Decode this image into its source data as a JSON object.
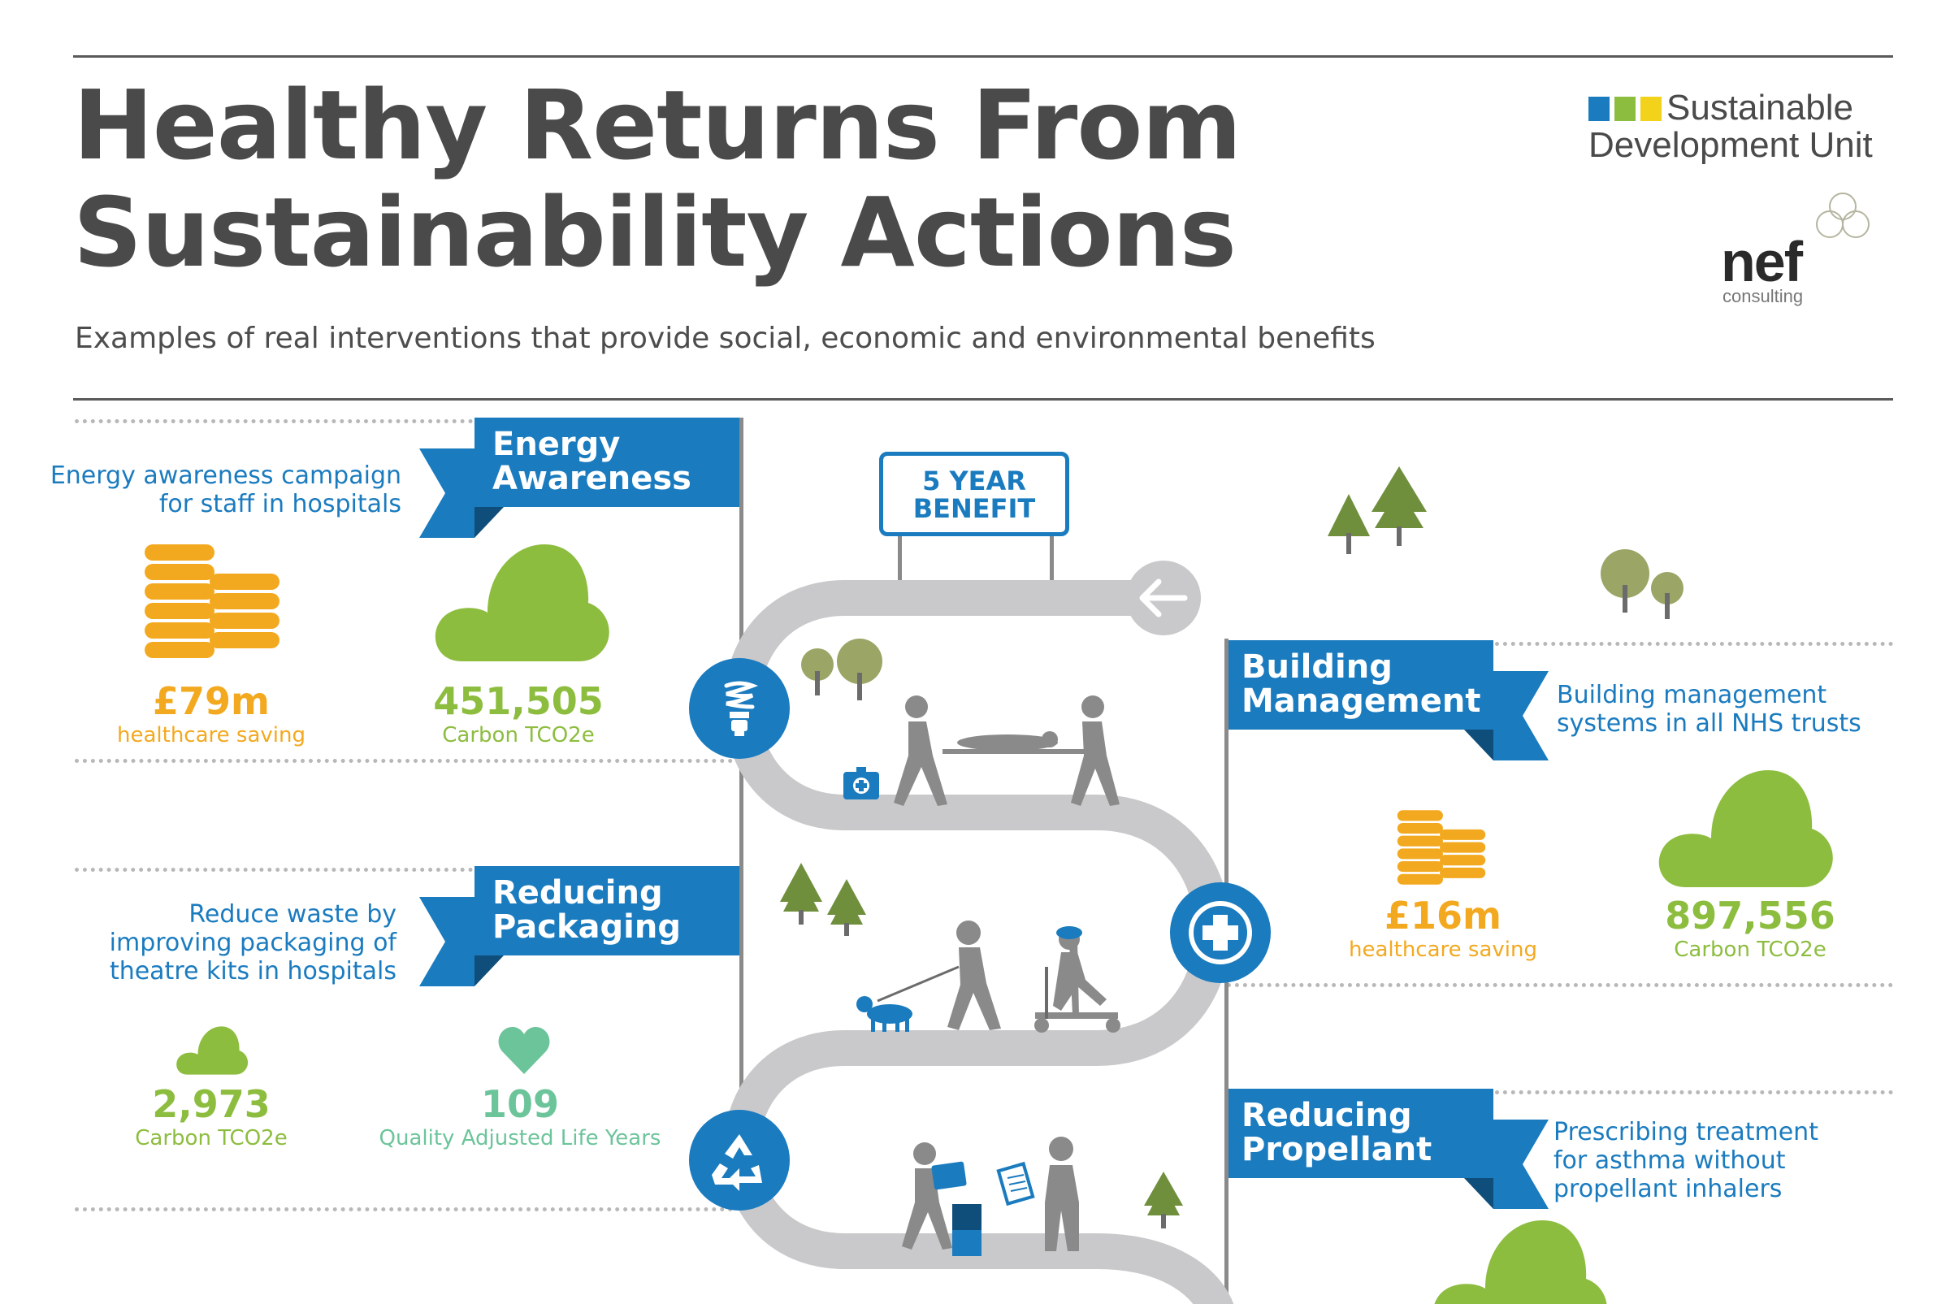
{
  "header": {
    "title_line1": "Healthy Returns From",
    "title_line2": "Sustainability Actions",
    "subtitle": "Examples of real interventions that provide social, economic and environmental benefits"
  },
  "logos": {
    "sdu_line1": "Sustainable",
    "sdu_line2": "Development Unit",
    "sdu_colors": [
      "#1a7bbf",
      "#8dbd3f",
      "#f2d21a"
    ],
    "nef": "nef",
    "nef_sub": "consulting"
  },
  "sign": {
    "line1": "5 YEAR",
    "line2": "BENEFIT"
  },
  "sections": {
    "energy": {
      "title_line1": "Energy",
      "title_line2": "Awareness",
      "desc_line1": "Energy awareness campaign",
      "desc_line2": "for staff in hospitals",
      "stat1_value": "£79m",
      "stat1_label": "healthcare saving",
      "stat2_value": "451,505",
      "stat2_label": "Carbon TCO2e",
      "icon": "lightbulb-icon"
    },
    "building": {
      "title_line1": "Building",
      "title_line2": "Management",
      "desc_line1": "Building management",
      "desc_line2": "systems in all NHS trusts",
      "stat1_value": "£16m",
      "stat1_label": "healthcare saving",
      "stat2_value": "897,556",
      "stat2_label": "Carbon TCO2e",
      "icon": "medical-cross-icon"
    },
    "packaging": {
      "title_line1": "Reducing",
      "title_line2": "Packaging",
      "desc_line1": "Reduce waste by",
      "desc_line2": "improving packaging of",
      "desc_line3": "theatre kits in hospitals",
      "stat1_value": "2,973",
      "stat1_label": "Carbon TCO2e",
      "stat2_value": "109",
      "stat2_label": "Quality Adjusted Life Years",
      "icon": "recycle-icon"
    },
    "propellant": {
      "title_line1": "Reducing",
      "title_line2": "Propellant",
      "desc_line1": "Prescribing treatment",
      "desc_line2": "for asthma without",
      "desc_line3": "propellant inhalers"
    }
  },
  "colors": {
    "blue": "#1a7bbf",
    "dark_blue": "#0f4e7a",
    "orange": "#f3a91f",
    "green": "#8dbd3f",
    "teal": "#6cc49a",
    "road": "#c9c9cb",
    "text": "#4a4a4a"
  }
}
